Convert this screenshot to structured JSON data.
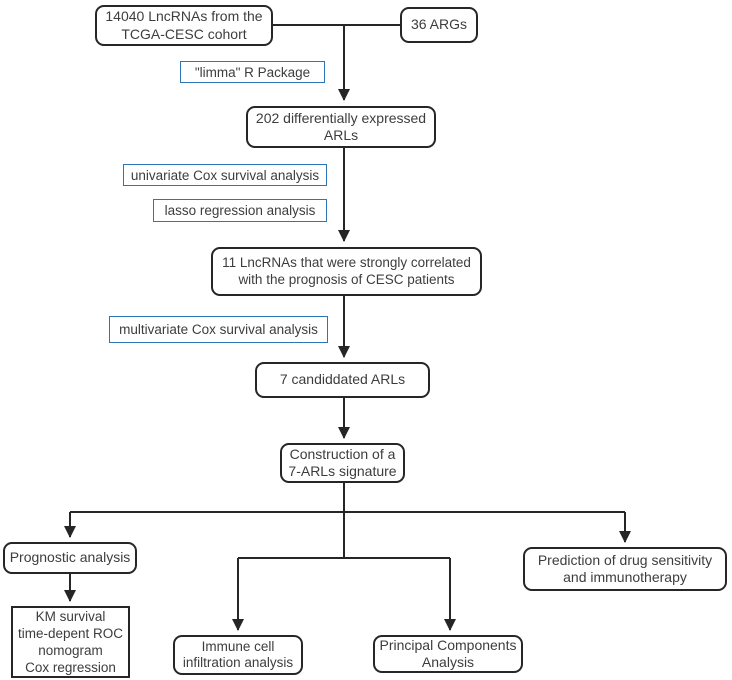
{
  "diagram": {
    "colors": {
      "line": "#262626",
      "box_border": "#262626",
      "method_border": "#2e75b6",
      "text": "#3d3d3d",
      "background": "#ffffff"
    },
    "nodes": {
      "lncrnas": {
        "label": "14040 LncRNAs from the TCGA-CESC cohort"
      },
      "args": {
        "label": "36 ARGs"
      },
      "arls": {
        "label": "202 differentially expressed ARLs"
      },
      "lnc11": {
        "label": "11 LncRNAs that were strongly correlated with the prognosis of CESC patients"
      },
      "arls7": {
        "label": "7 candiddated ARLs"
      },
      "signature": {
        "label": "Construction of a 7-ARLs signature"
      },
      "prognostic": {
        "label": "Prognostic analysis"
      },
      "km": {
        "lines": [
          "KM survival",
          "time-depent ROC",
          "nomogram",
          "Cox regression"
        ]
      },
      "immune": {
        "label": "Immune cell infiltration analysis"
      },
      "pca": {
        "label": "Principal Components Analysis"
      },
      "drug": {
        "label": "Prediction of drug sensitivity and immunotherapy"
      }
    },
    "methods": {
      "limma": {
        "label": "\"limma\" R Package"
      },
      "unicox": {
        "label": "univariate Cox survival analysis"
      },
      "lasso": {
        "label": "lasso regression analysis"
      },
      "multicox": {
        "label": "multivariate Cox survival analysis"
      }
    }
  }
}
